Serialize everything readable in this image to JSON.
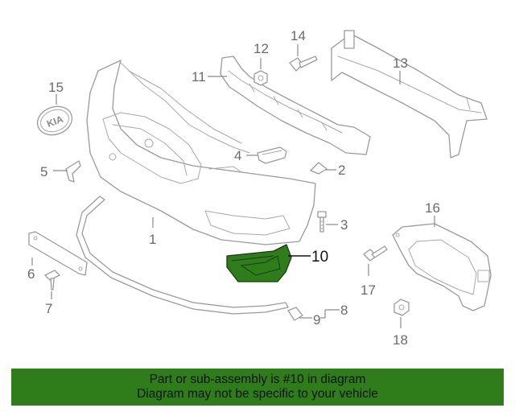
{
  "diagram": {
    "callouts": {
      "c1": "1",
      "c2": "2",
      "c3": "3",
      "c4": "4",
      "c5": "5",
      "c6": "6",
      "c7": "7",
      "c8": "8",
      "c9": "9",
      "c10": "10",
      "c11": "11",
      "c12": "12",
      "c13": "13",
      "c14": "14",
      "c15": "15",
      "c16": "16",
      "c17": "17",
      "c18": "18"
    },
    "highlighted_part": "10",
    "highlight_color": "#2e7d1a",
    "emblem_text": "KIA"
  },
  "banner": {
    "line1": "Part or sub-assembly is #10 in diagram",
    "line2": "Diagram may not be specific to your vehicle",
    "background": "#2e7d1a"
  }
}
